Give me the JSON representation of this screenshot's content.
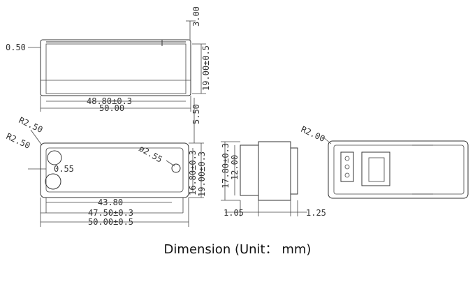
{
  "caption": "Dimension (Unit： mm)",
  "dimensions": {
    "top_height": "3.00",
    "top_lip": "0.50",
    "top_side_height": "19.00±0.5",
    "top_inner_width": "48.80±0.3",
    "top_total_width": "50.00",
    "front_gap": "5.50",
    "front_radius_outer": "R2.50",
    "front_radius_inner": "R2.50",
    "front_hole_dia": "ø2.55",
    "front_offset": "0.55",
    "front_inner_height": "16.80±0.3",
    "front_outer_height": "19.00±0.3",
    "front_w1": "43.80",
    "front_w2": "47.50±0.3",
    "front_w3": "50.00±0.5",
    "side_h1": "17.80±0.3",
    "side_h2": "12.00",
    "side_left": "1.05",
    "side_right": "1.25",
    "back_radius": "R2.00"
  }
}
